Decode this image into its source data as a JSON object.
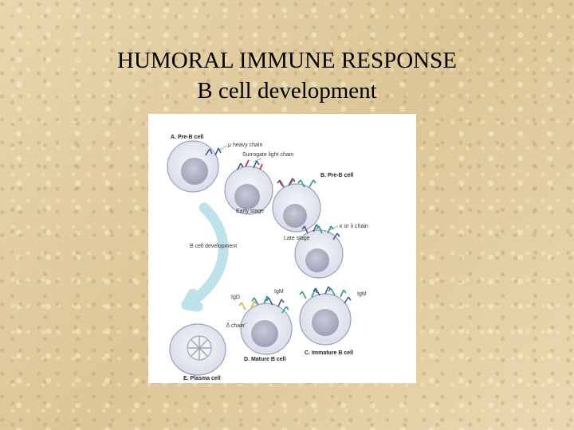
{
  "slide": {
    "title_line1": "HUMORAL IMMUNE RESPONSE",
    "title_line2": "B cell development"
  },
  "figure": {
    "panel_a": "A. Pre-B cell",
    "mu_heavy_chain": "μ heavy chain",
    "surrogate_light_chain": "Surrogate light chain",
    "panel_b": "B. Pre-B cell",
    "early_stage": "Early stage",
    "kappa_lambda_chain": "κ or λ chain",
    "late_stage": "Late stage",
    "b_cell_development": "B cell development",
    "igm": "IgM",
    "igd": "IgD",
    "delta_chain": "δ chain",
    "panel_c": "C. Immature B cell",
    "panel_d": "D. Mature B cell",
    "panel_e": "E. Plasma cell",
    "colors": {
      "cell_fill": "#eceef6",
      "nucleus": "#b4b6c8",
      "heavy_chain": "#3f5e8c",
      "surrogate": "#c6303a",
      "light_chain": "#2a9a8c",
      "igd_chain": "#d8b23a",
      "arrow": "#bfe1ea"
    }
  }
}
